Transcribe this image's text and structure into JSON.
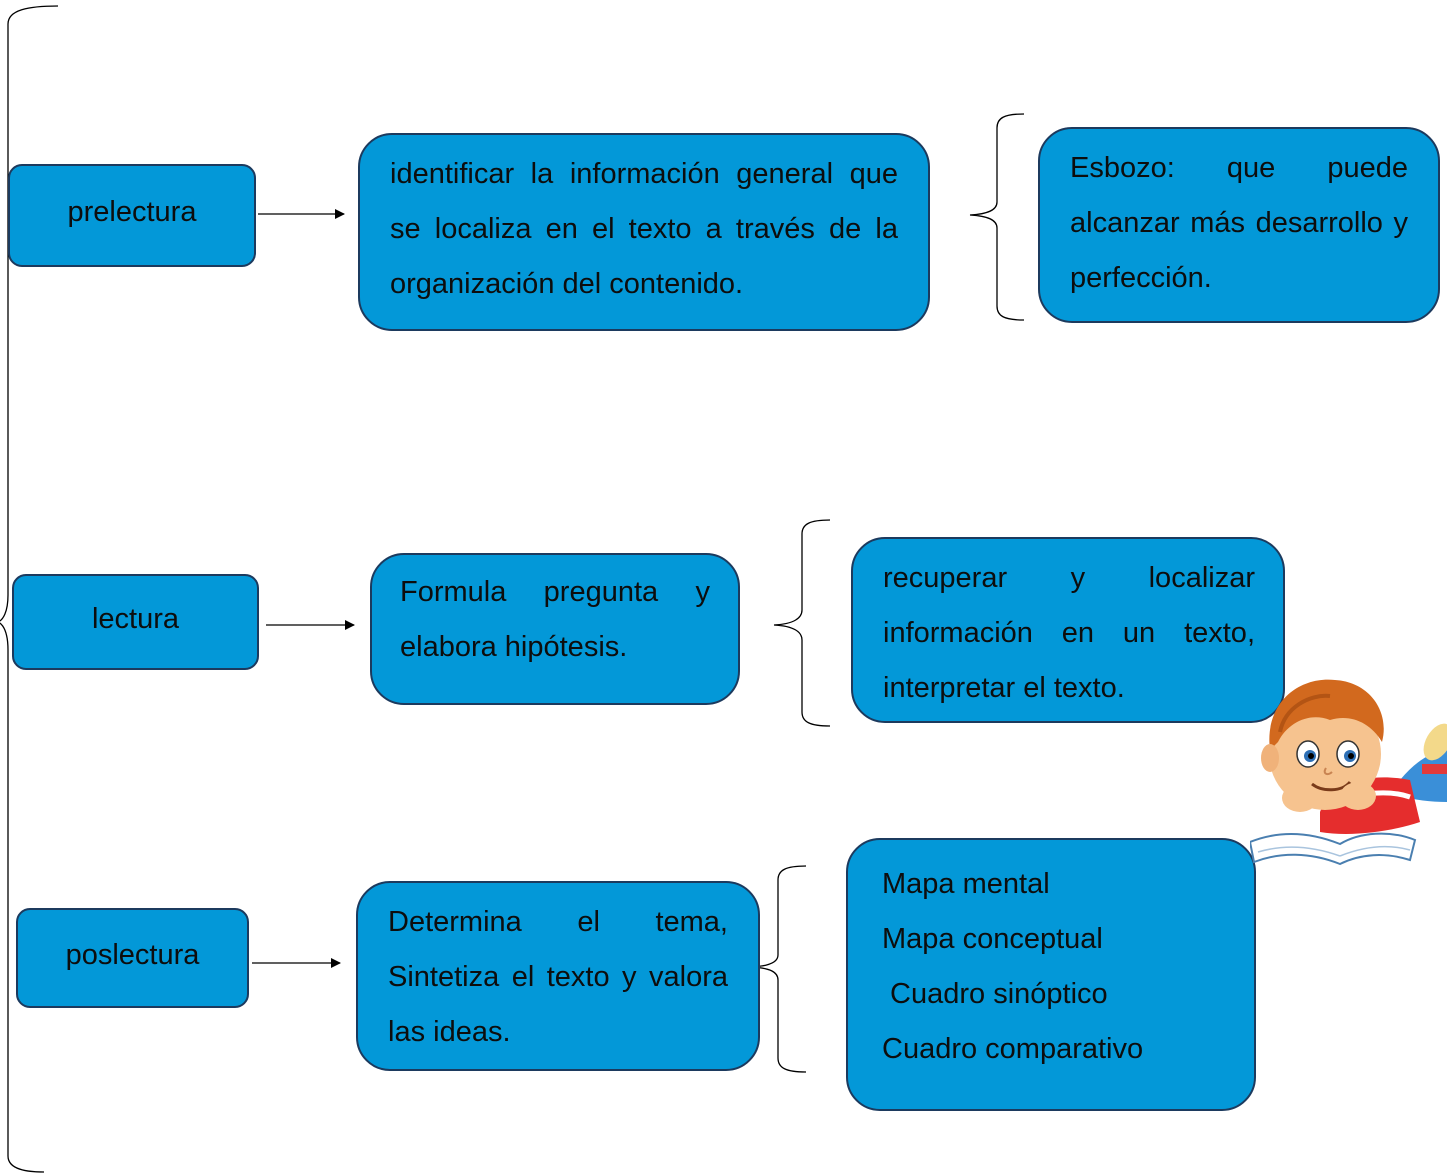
{
  "stages": [
    {
      "name": "prelectura",
      "description": "identificar la información general que se localiza en el texto a través de la organización del contenido.",
      "detail": "Esbozo: que puede alcanzar más desarrollo y perfección."
    },
    {
      "name": "lectura",
      "description": "Formula pregunta y elabora hipótesis.",
      "detail": "recuperar y localizar información en un texto, interpretar el texto."
    },
    {
      "name": "poslectura",
      "description": "Determina el tema, Sintetiza el texto y valora las ideas.",
      "detail_items": [
        "Mapa mental",
        "Mapa conceptual",
        " Cuadro sinóptico",
        "Cuadro comparativo"
      ]
    }
  ],
  "colors": {
    "box_fill": "#0398d8",
    "box_border": "#1c3a5e",
    "connector": "#000000"
  },
  "illustration": "boy-reading-book-icon"
}
